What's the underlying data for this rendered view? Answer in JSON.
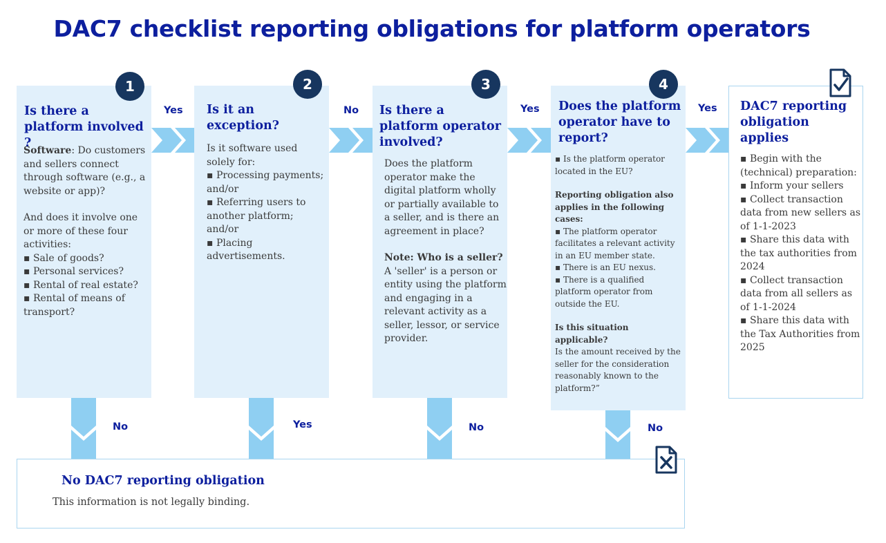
{
  "title": "DAC7 checklist reporting obligations for platform operators",
  "steps": [
    {
      "number": "1",
      "heading": "Is there a platform involved ?",
      "lead": "Software",
      "lead_rest": ": Do customers and sellers connect through software (e.g., a website or app)?",
      "body2": "And does it involve one or more of these four activities:\n  ▪  Sale of goods?\n  ▪  Personal services?\n  ▪  Rental of real estate?\n  ▪  Rental of means of transport?"
    },
    {
      "number": "2",
      "heading": "Is it an exception?",
      "body": "Is it software used solely for:\n  ▪  Processing payments; and/or\n  ▪  Referring users to another platform; and/or\n  ▪  Placing advertisements."
    },
    {
      "number": "3",
      "heading": "Is there a platform operator involved?",
      "body": "Does the platform operator make the digital platform wholly or partially available to a seller, and is there an agreement in place?",
      "note_lead": "Note: Who is a seller?",
      "note_body": "A 'seller' is a person or entity using the platform and engaging in a relevant activity as a seller, lessor, or service provider."
    },
    {
      "number": "4",
      "heading": "Does the platform operator have to report?",
      "body1": "  ▪  Is the platform operator located in the EU?",
      "sub1": "Reporting obligation also applies in the following cases:",
      "body2": "  ▪  The platform operator facilitates a relevant activity in an EU member state.\n  ▪  There is an EU nexus.\n  ▪  There is a qualified platform operator from outside the EU.",
      "sub2": "Is this situation applicable?",
      "body3": "Is the amount received by the seller for the consideration reasonably known to the platform?”"
    }
  ],
  "result_yes": {
    "heading": "DAC7 reporting obligation applies",
    "body": " ▪ Begin with the (technical) preparation:\n  ▪  Inform your sellers\n  ▪  Collect transaction data from new sellers as of 1-1-2023\n  ▪  Share this data with the tax authorities from 2024\n  ▪  Collect transaction data from all sellers as of 1-1-2024\n  ▪  Share this data with the Tax Authorities from 2025"
  },
  "result_no": {
    "heading": "No DAC7 reporting obligation",
    "body": "This information is not legally binding."
  },
  "arrow_labels": {
    "right1": "Yes",
    "right2": "No",
    "right3": "Yes",
    "right4": "Yes",
    "down1": "No",
    "down2": "Yes",
    "down3": "No",
    "down4": "No"
  },
  "icons": [
    "document-check-icon",
    "document-cross-icon"
  ],
  "colors": {
    "title": "#0d1f9e",
    "box_fill": "#e1f0fb",
    "arrow": "#8fcff2",
    "badge": "#17365f"
  }
}
